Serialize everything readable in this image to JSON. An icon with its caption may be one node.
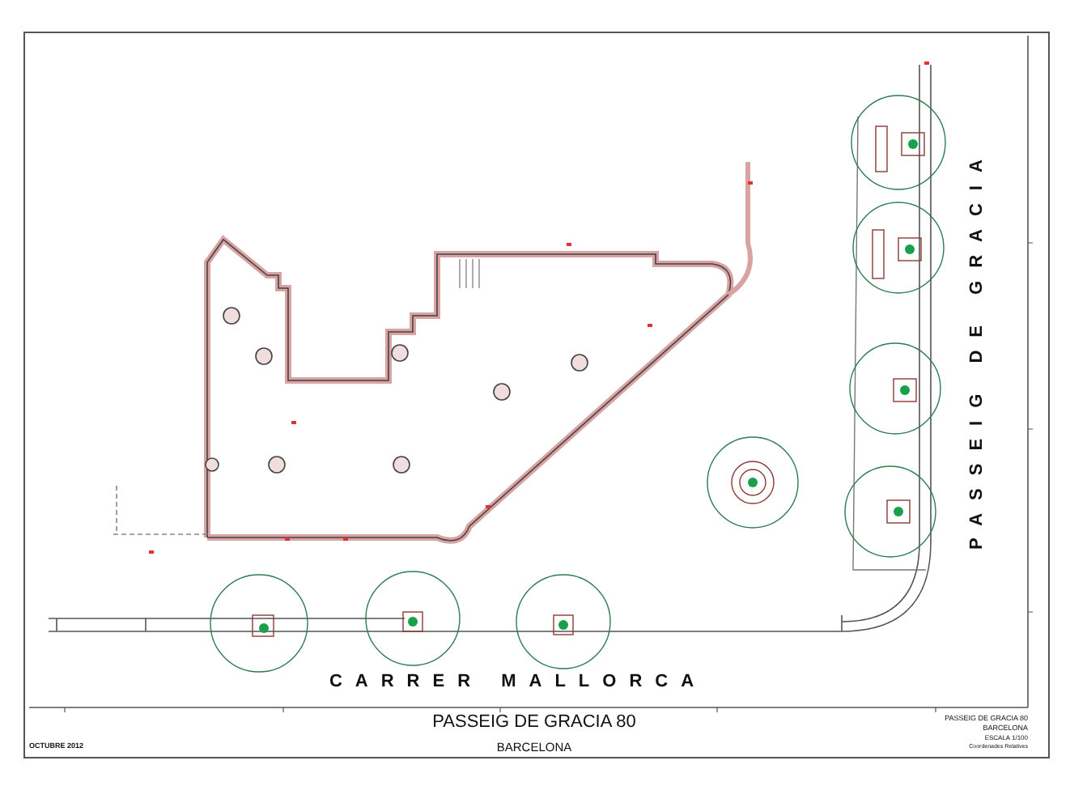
{
  "diagram": {
    "title": "PASSEIG DE GRACIA 80",
    "labels": [
      "PASSEIG DE GRACIA",
      "CARRER MALLORCA",
      "BARCELONA",
      "OCTUBRE 2012",
      "PASSEIG DE GRACIA 80",
      "BARCELONA",
      "ESCALA 1/100",
      "Coordenades Relatives"
    ]
  }
}
